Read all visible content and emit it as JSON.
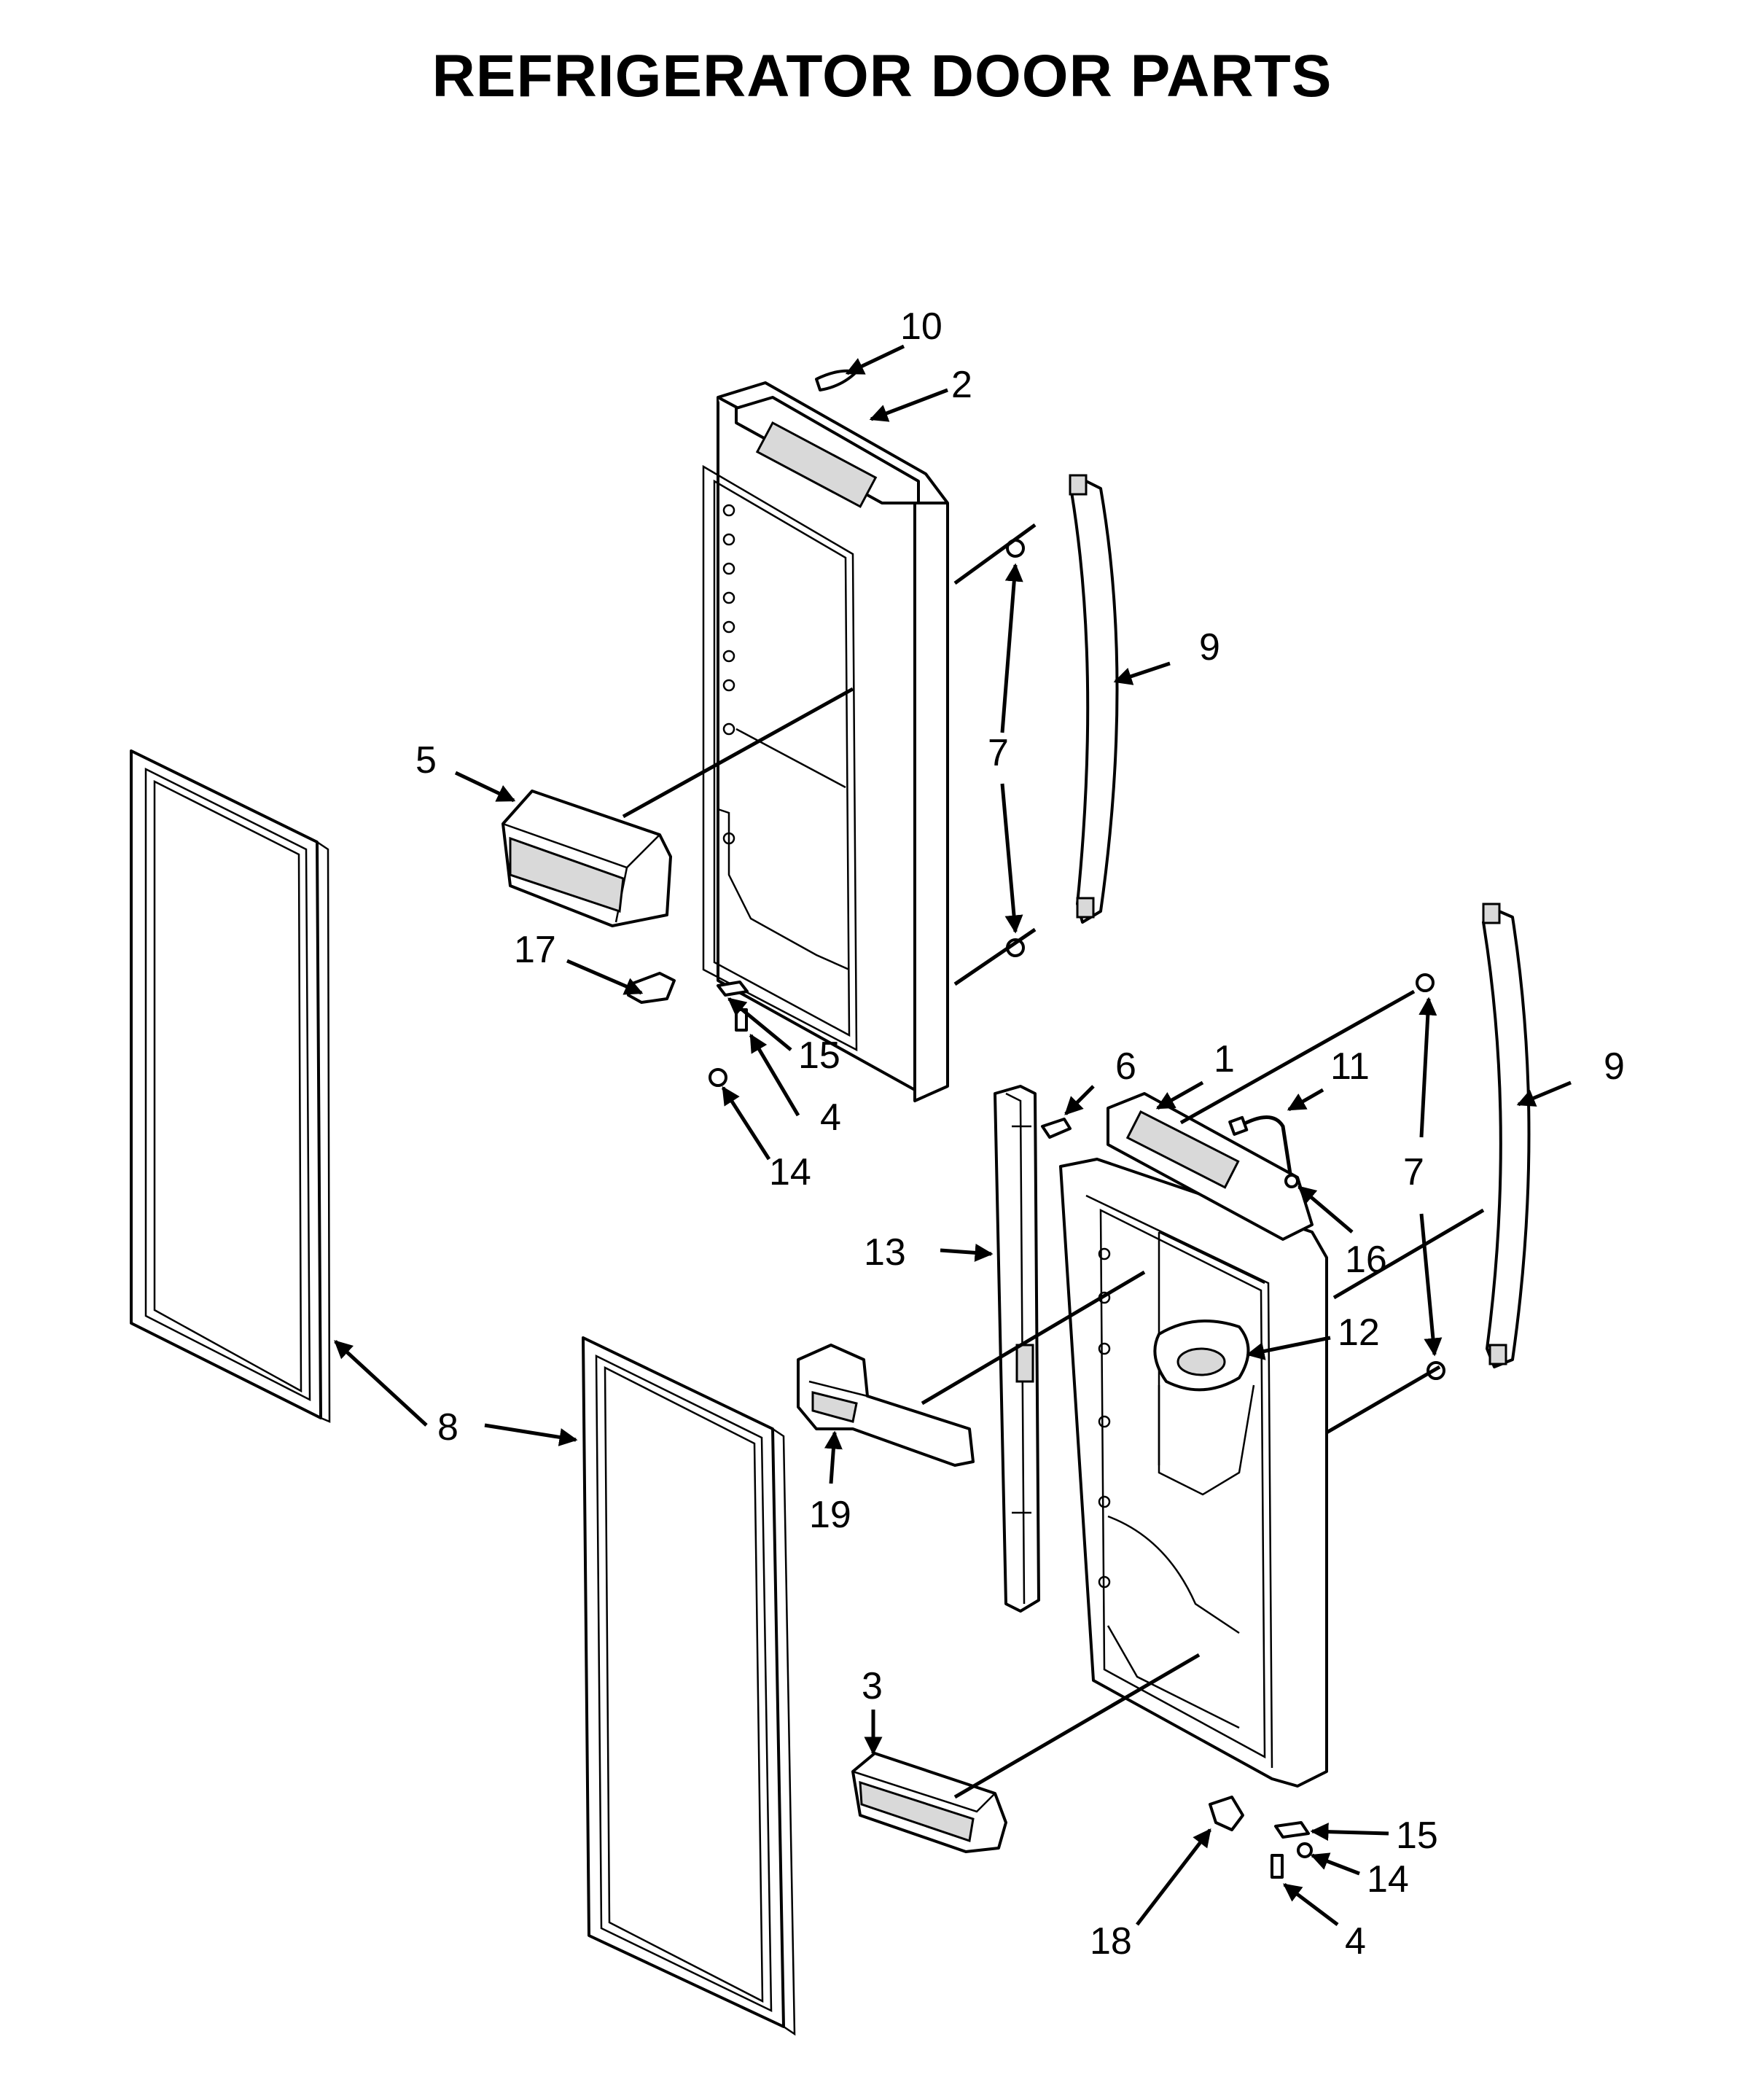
{
  "title": "REFRIGERATOR DOOR PARTS",
  "callouts": [
    {
      "id": "c10",
      "label": "10"
    },
    {
      "id": "c2",
      "label": "2"
    },
    {
      "id": "c9a",
      "label": "9"
    },
    {
      "id": "c7a",
      "label": "7"
    },
    {
      "id": "c5",
      "label": "5"
    },
    {
      "id": "c17",
      "label": "17"
    },
    {
      "id": "c15a",
      "label": "15"
    },
    {
      "id": "c4a",
      "label": "4"
    },
    {
      "id": "c14a",
      "label": "14"
    },
    {
      "id": "c1",
      "label": "1"
    },
    {
      "id": "c6",
      "label": "6"
    },
    {
      "id": "c11",
      "label": "11"
    },
    {
      "id": "c9b",
      "label": "9"
    },
    {
      "id": "c7b",
      "label": "7"
    },
    {
      "id": "c16",
      "label": "16"
    },
    {
      "id": "c13",
      "label": "13"
    },
    {
      "id": "c12",
      "label": "12"
    },
    {
      "id": "c8",
      "label": "8"
    },
    {
      "id": "c19",
      "label": "19"
    },
    {
      "id": "c3",
      "label": "3"
    },
    {
      "id": "c15b",
      "label": "15"
    },
    {
      "id": "c14b",
      "label": "14"
    },
    {
      "id": "c18",
      "label": "18"
    },
    {
      "id": "c4b",
      "label": "4"
    }
  ]
}
